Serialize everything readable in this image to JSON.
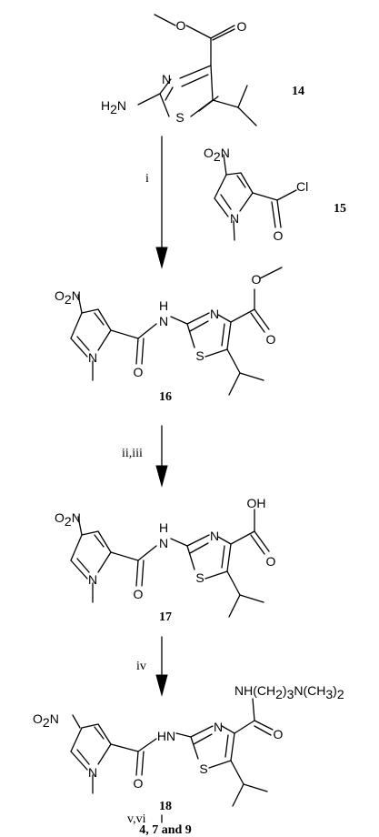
{
  "compounds": {
    "c14": "14",
    "c15": "15",
    "c16": "16",
    "c17": "17",
    "c18": "18",
    "final": "4, 7 and 9"
  },
  "reagents": {
    "step1": "i",
    "step2": "ii,iii",
    "step3": "iv",
    "step4": "v,vi"
  },
  "atoms": {
    "N": "N",
    "S": "S",
    "O": "O",
    "H2N_main": "H",
    "H2N_sub": "2",
    "H2N_tail": "N",
    "O2N_main": "O",
    "O2N_sub": "2",
    "O2N_tail": "N",
    "Cl": "Cl",
    "NH": "N",
    "NH_H": "H",
    "HN": "HN",
    "OH": "OH",
    "amide_side": "NH(CH",
    "amide_s1": "2",
    "amide_mid": ")",
    "amide_s2": "3",
    "amide_mid2": "N(CH",
    "amide_s3": "3",
    "amide_end": ")",
    "amide_s4": "2"
  }
}
